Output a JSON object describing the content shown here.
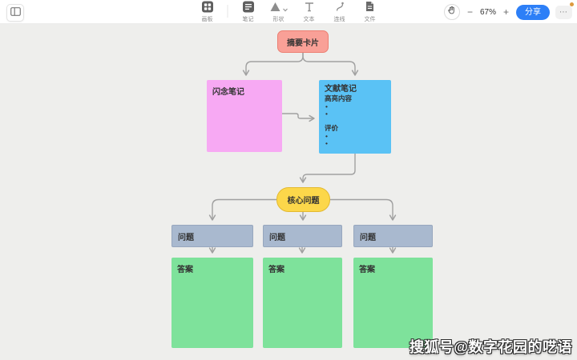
{
  "app": {
    "topbar": {
      "tools": [
        {
          "label": "画板",
          "icon": "board-grid-icon"
        },
        {
          "label": "笔记",
          "icon": "note-icon"
        },
        {
          "label": "形状",
          "icon": "shape-triangle-icon"
        },
        {
          "label": "文本",
          "icon": "text-icon"
        },
        {
          "label": "连线",
          "icon": "connector-line-icon"
        },
        {
          "label": "文件",
          "icon": "file-icon"
        }
      ],
      "zoom_out_label": "−",
      "zoom_level": "67%",
      "zoom_in_label": "+",
      "share_label": "分享",
      "more_label": "⋯"
    }
  },
  "diagram": {
    "summary_card": {
      "label": "摘要卡片",
      "fill": "#f9a097",
      "border": "#ec7f72"
    },
    "fleeting_note": {
      "label": "闪念笔记",
      "fill": "#f7a9f3"
    },
    "literature_note": {
      "title": "文献笔记",
      "fill": "#5ac2f5",
      "sections": [
        {
          "heading": "高亮内容",
          "bullets": [
            "•",
            "•"
          ]
        },
        {
          "heading": "评价",
          "bullets": [
            "•",
            "•"
          ]
        }
      ]
    },
    "core_question": {
      "label": "核心问题",
      "fill": "#fcd74a",
      "border": "#e3b931"
    },
    "questions": [
      {
        "label": "问题"
      },
      {
        "label": "问题"
      },
      {
        "label": "问题"
      }
    ],
    "answers": [
      {
        "label": "答案"
      },
      {
        "label": "答案"
      },
      {
        "label": "答案"
      }
    ],
    "question_fill": "#a9b9cf",
    "answer_fill": "#7ee29b",
    "connector_color": "#a0a0a0"
  },
  "watermark": {
    "text": "搜狐号@数字花园的呓语"
  }
}
